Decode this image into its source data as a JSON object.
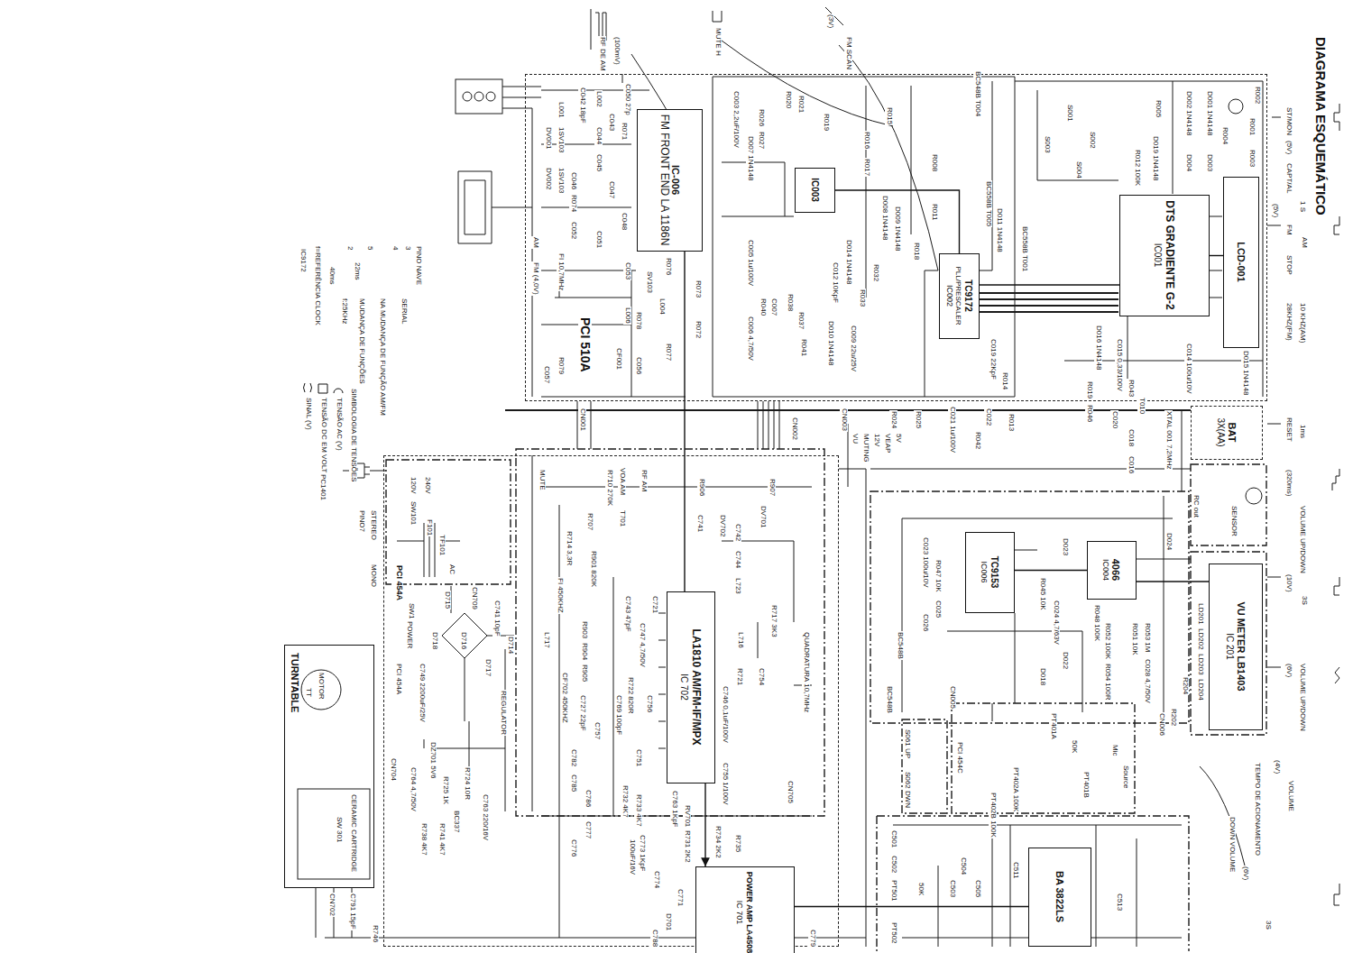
{
  "diagram": {
    "title": "DIAGRAMA ESQUEMÁTICO",
    "nodes": [
      {
        "text": [
          "PCI 510A"
        ]
      },
      {
        "text": [
          "IC-006",
          "FM FRONT END LA 1186N"
        ],
        "in": 0
      },
      {
        "text": [
          "IC003"
        ],
        "in": 0
      },
      {
        "text": [
          "TC9172",
          "PLL/PRESCALER",
          "IC002"
        ],
        "in": 0
      },
      {
        "text": [
          "DTS GRADIENTE G-2",
          "IC001"
        ],
        "in": 0
      },
      {
        "text": [
          "LCD-001"
        ],
        "in": 0
      },
      {
        "text": [
          "BAT",
          "3X(AA)"
        ]
      },
      {
        "text": [
          "PCI 454A"
        ]
      },
      {
        "text": [
          "LA1810 AM/FM-IF/MPX",
          "IC 702"
        ],
        "in": 7
      },
      {
        "text": [
          "TURNTABLE"
        ]
      },
      {
        "text": [
          "VU METER LB1403",
          "IC 201"
        ]
      },
      {
        "text": [
          "TC9153",
          "IC006"
        ]
      },
      {
        "text": [
          "4066",
          "IC004"
        ]
      },
      {
        "text": [
          "BA 3822LS"
        ]
      },
      {
        "text": [
          "POWER AMP LA4508",
          "IC 701"
        ],
        "in": 7
      }
    ],
    "edges": [
      {
        "from": 1,
        "to": 8,
        "arrow": "none"
      },
      {
        "from": 2,
        "to": 3,
        "arrow": "none"
      },
      {
        "from": 3,
        "to": 4,
        "arrow": "none"
      },
      {
        "from": 4,
        "to": 5,
        "arrow": "none"
      },
      {
        "from": 11,
        "to": 12,
        "arrow": "none"
      },
      {
        "from": 12,
        "to": 10,
        "arrow": "none"
      },
      {
        "from": 8,
        "to": 14,
        "arrow": "to"
      },
      {
        "from": 13,
        "to": 14,
        "arrow": "none"
      }
    ],
    "labels": [
      "RF DE AM",
      "(100mV)",
      "MUTE H",
      "(3V)",
      "FM SCAN",
      "ST/MON",
      "(5V)",
      "CAPT/AL",
      "(5V)",
      "1 S",
      "FM",
      "STOP",
      "AM",
      "28KHZ(FM)",
      "10 KHZ(AM)",
      "RESET",
      "1ms",
      "(320ms)",
      "VOLUME UP/DOWN",
      "(10V)",
      "3S",
      "(6V)",
      "VOLUME UP/DOWN",
      "(4V)",
      "TEMPO DE ACIONAMENTO",
      "VOLUME",
      "DOWN VOLUME",
      "(6V)",
      "3S",
      "IC9172",
      "PINO NAVE",
      "3",
      "SERIAL",
      "4",
      "NA MUDANÇA DE FUNÇÃO AM/FM",
      "5",
      "MUDANÇA DE FUNÇÕES",
      "2",
      "22ms",
      "f:25KHz",
      "40ms",
      "f=REFERÊNCIA CLOCK",
      "SIMBOLOGIA DE TENSÕES",
      "PC1401",
      "PINO7",
      "STEREO",
      "MONO",
      "C042 18pF",
      "C050 27p",
      "L001",
      "DV001",
      "1SV103",
      "L002",
      "C043",
      "R071",
      "C044",
      "DV002",
      "1SV103",
      "C045",
      "C046",
      "R074",
      "C047",
      "C052",
      "C048",
      "C051",
      "FI 10,7MHz",
      "C053",
      "SV103",
      "L006",
      "R078",
      "L004",
      "C056",
      "C057",
      "R079",
      "CF001",
      "R076",
      "R077",
      "R073",
      "R072",
      "AM",
      "FM (4,0V)",
      "C003 2,2uF/100V",
      "R020",
      "R021",
      "R026",
      "R027",
      "D007 1N4148",
      "R019",
      "R016",
      "R015",
      "R017",
      "BC548B T004",
      "BC558B T005",
      "R008",
      "R011",
      "D008 1N4148",
      "D009 1N4148",
      "R018",
      "D014 1N4148",
      "R032",
      "R033",
      "C012 10KpF",
      "R040",
      "C007",
      "R038",
      "R037",
      "R041",
      "C006 4,7/50V",
      "C005 1u/100V",
      "D010 1N4148",
      "C009 22u/25V",
      "C019 22KpF",
      "D011 1N4148",
      "R014",
      "R024",
      "R025",
      "C021 1u/100V",
      "C022",
      "R042",
      "R013",
      "R002",
      "D002 1N4148",
      "D001 1N4148",
      "R001",
      "R004",
      "R003",
      "D004",
      "D003",
      "R005",
      "S001",
      "S002",
      "S003",
      "S004",
      "R012 100K",
      "D019 1N4148",
      "BC558B T001",
      "D016 1N4148",
      "C014 100u/10V",
      "D015 1N4148",
      "C015 0,33/100V",
      "R019",
      "R043",
      "T010",
      "C020",
      "XTAL 001 7,2MHz",
      "C016",
      "C018",
      "R046",
      "CN001",
      "CN002",
      "CN003",
      "VU",
      "MUTING",
      "12V",
      "VEAP",
      "5V",
      "CN709",
      "CN705",
      "CN005",
      "CN006",
      "CN702",
      "CN704",
      "120V",
      "SW101",
      "240V",
      "F101",
      "TF101",
      "AC",
      "PCI 454A",
      "SW1",
      "POWER",
      "C749 2200uF/25V",
      "D715",
      "D716",
      "D717",
      "D718",
      "DZ701 5V6",
      "C764 4,7/50V",
      "R725 1K",
      "R724 10R",
      "BC337",
      "C763 220/16V",
      "REGULATOR",
      "C741 10pF",
      "D714",
      "R746",
      "C791 15pF",
      "MOTOR",
      "TT",
      "SW 301",
      "CERAMIC CARTRIDGE",
      "R738 4K7",
      "R741 4K7",
      "R710 270K",
      "VOA AM",
      "RF AM",
      "MUTE",
      "R707",
      "T701",
      "R714 3,3R",
      "R901 820K",
      "FI 450KHZ",
      "L717",
      "R903",
      "R904",
      "R905",
      "CF702 450KHZ",
      "R722 820R",
      "C743 47pF",
      "C747 4,7/50V",
      "C721",
      "R906",
      "R907",
      "DV701",
      "DV702",
      "C742",
      "C744",
      "L723",
      "C741",
      "R717 3K3",
      "L716",
      "QUADRATURA 10,7MHz",
      "C746 0,1uF/100V",
      "R721",
      "C754",
      "C756",
      "C755 1/100V",
      "C727 22pF",
      "C757",
      "C769 100pF",
      "C751",
      "C782",
      "C785",
      "C786",
      "C776",
      "R732 4K7",
      "R733 4K7",
      "C777",
      "C763 1KpF",
      "RV701",
      "R731 2K2",
      "C773 1KpF",
      "C774",
      "R734 2K2",
      "R735",
      "C771",
      "D701",
      "C788",
      "100uF/16V",
      "C779",
      "R045 10K",
      "D023",
      "C023 100u/10V",
      "R047 10K",
      "C025",
      "C026",
      "BC548B",
      "BC548B",
      "R052 100K",
      "R051 10K",
      "R054 100R",
      "R053 1M",
      "C028 4,7/50V",
      "D022",
      "D018",
      "C024 4,7/63V",
      "R048 100K",
      "D024",
      "PT401A",
      "50K",
      "Mic",
      "PT402A 100K",
      "PT402B 100K",
      "PT401B",
      "Source",
      "S061 UP",
      "S062 DWN",
      "PCI 454C",
      "C501",
      "C502",
      "PT501",
      "PT502",
      "50K",
      "C503",
      "C504",
      "C505",
      "C511",
      "C513",
      "LD201",
      "LD202",
      "LD203",
      "LD204",
      "R204",
      "R202",
      "RC out",
      "SENSOR"
    ],
    "legend": [
      {
        "text": "TENSÃO AC (V)"
      },
      {
        "text": "TENSÃO DC EM VOLT"
      },
      {
        "text": "SINAL (V)"
      }
    ]
  }
}
